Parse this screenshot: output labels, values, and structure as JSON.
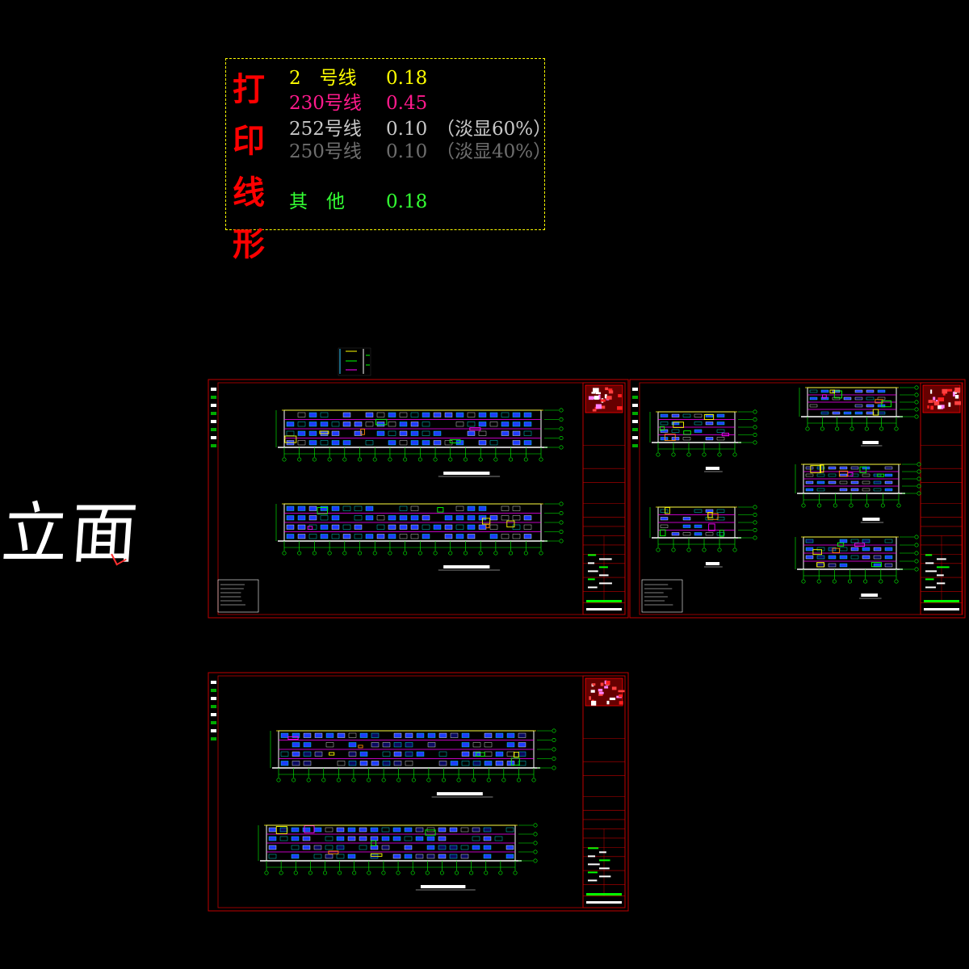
{
  "legend": {
    "title_chars": [
      "打",
      "印",
      "线",
      "形"
    ],
    "rows": [
      {
        "name": "2　号线",
        "value": "0.18",
        "note": "",
        "color": "#ffff00"
      },
      {
        "name": "230号线",
        "value": "0.45",
        "note": "",
        "color": "#ff1a8c"
      },
      {
        "name": "252号线",
        "value": "0.10",
        "note": "（淡显60%）",
        "color": "#c8c8c8"
      },
      {
        "name": "250号线",
        "value": "0.10",
        "note": "（淡显40%）",
        "color": "#6e6e6e"
      },
      {
        "name": "其　他",
        "value": "0.18",
        "note": "",
        "color": "#33ff33"
      }
    ]
  },
  "side_label": "立面",
  "colors": {
    "background": "#000000",
    "sheet_border": "#c00000",
    "title_block_accent": "#ff0000",
    "elevation_primary": "#ffffff",
    "elevation_secondary": "#00ff00",
    "fill_blue": "#1e3cff",
    "accent_magenta": "#ff00ff",
    "accent_yellow": "#ffff00",
    "accent_cyan": "#00ffff"
  },
  "icons": [
    "legend-stamp-icon",
    "title-block-logo-icon",
    "drawing-thumbnail-icon"
  ]
}
